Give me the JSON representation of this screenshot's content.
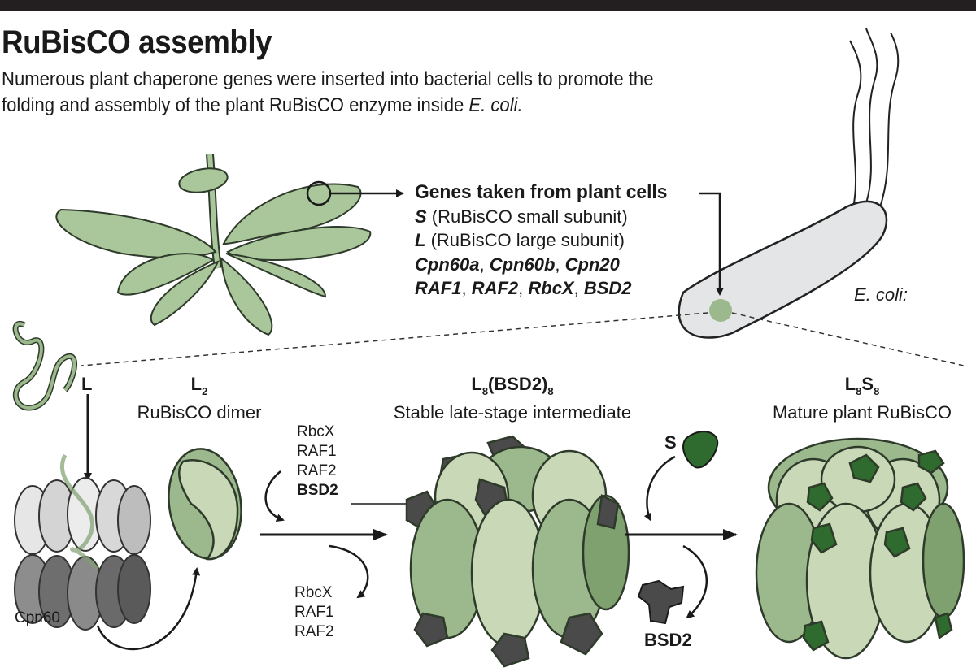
{
  "title": "RuBisCO assembly",
  "subtitle_part1": "Numerous plant chaperone genes were inserted into bacterial cells to promote the folding and assembly of the plant RuBisCO enzyme inside ",
  "subtitle_italic": "E. coli.",
  "genes": {
    "heading": "Genes taken from plant cells",
    "s_symbol": "S",
    "s_desc": " (RuBisCO small subunit)",
    "l_symbol": "L",
    "l_desc": " (RuBisCO large subunit)",
    "cpn60a": "Cpn60a",
    "cpn60b": "Cpn60b",
    "cpn20": "Cpn20",
    "raf1": "RAF1",
    "raf2": "RAF2",
    "rbcx": "RbcX",
    "bsd2": "BSD2",
    "sep": ", "
  },
  "ecoli_label": "E. coli:",
  "l_label": "L",
  "cpn60_label": "Cpn60",
  "stages": {
    "dimer": {
      "formula_main": "L",
      "formula_sub": "2",
      "name": "RuBisCO dimer"
    },
    "intermediate": {
      "formula_a": "L",
      "sub_a": "8",
      "formula_b": "(BSD2)",
      "sub_b": "8",
      "name": "Stable late-stage intermediate"
    },
    "mature": {
      "formula_a": "L",
      "sub_a": "8",
      "formula_b": "S",
      "sub_b": "8",
      "name": "Mature plant RuBisCO"
    }
  },
  "factors_in": [
    "RbcX",
    "RAF1",
    "RAF2"
  ],
  "bsd2_in": "BSD2",
  "factors_out": [
    "RbcX",
    "RAF1",
    "RAF2"
  ],
  "s_subunit_label": "S",
  "bsd2_out": "BSD2",
  "colors": {
    "green_light": "#c9d9b8",
    "green_mid": "#9bb98c",
    "green_dark": "#2f6a2f",
    "gray_dark": "#4a4a4a",
    "ecoli_fill": "#e3e5e6"
  }
}
